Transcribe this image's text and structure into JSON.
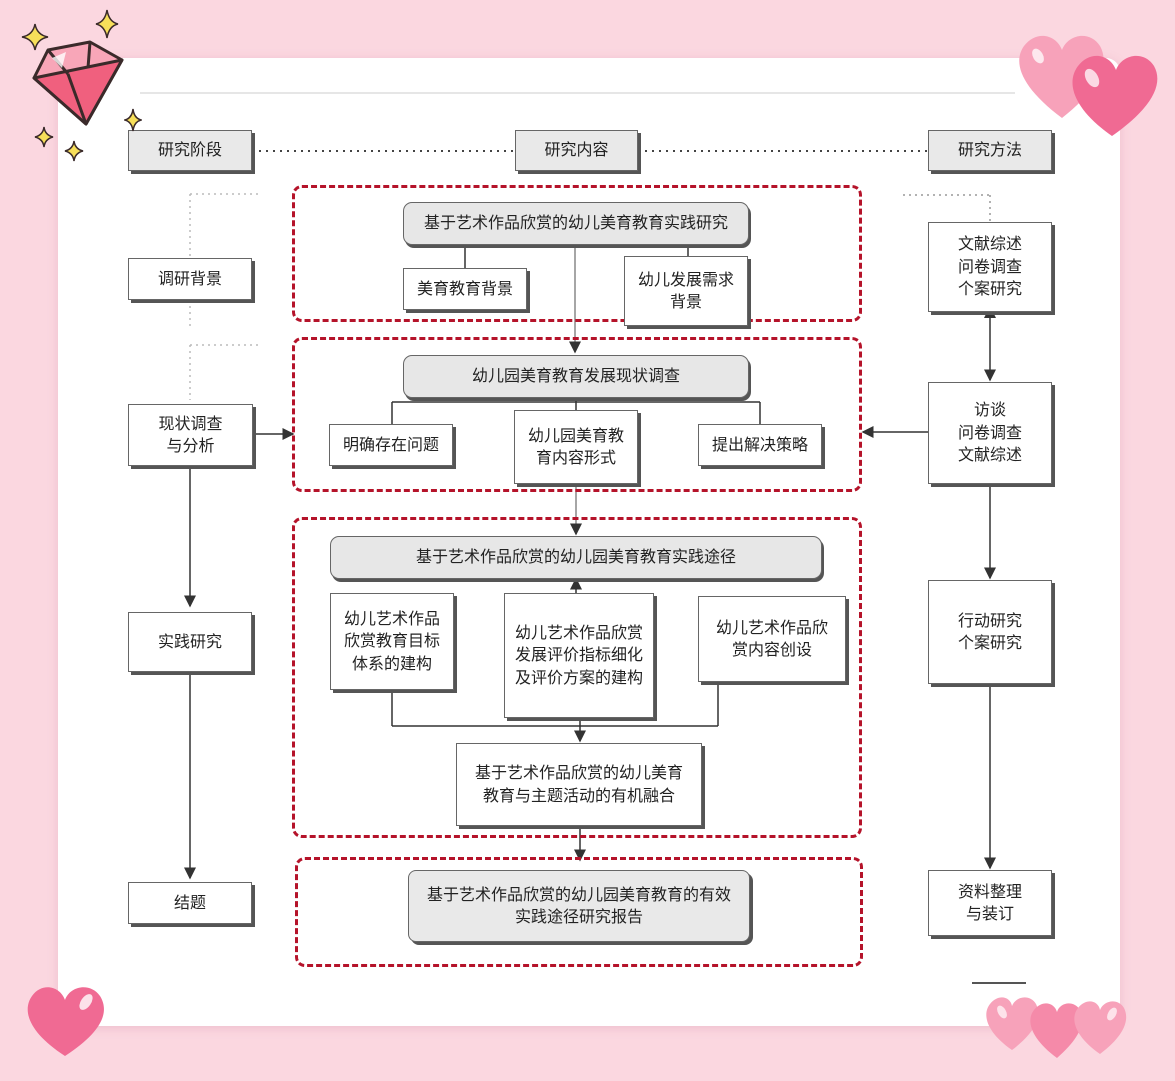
{
  "headers": {
    "stage": "研究阶段",
    "content": "研究内容",
    "method": "研究方法"
  },
  "stages": {
    "background": "调研背景",
    "survey": "现状调查\n与分析",
    "practice": "实践研究",
    "conclusion": "结题"
  },
  "content": {
    "r1": {
      "title": "基于艺术作品欣赏的幼儿美育教育实践研究",
      "left": "美育教育背景",
      "right": "幼儿发展需求\n背景"
    },
    "r2": {
      "title": "幼儿园美育教育发展现状调查",
      "left": "明确存在问题",
      "center": "幼儿园美育教\n育内容形式",
      "right": "提出解决策略"
    },
    "r3": {
      "title": "基于艺术作品欣赏的幼儿园美育教育实践途径",
      "left": "幼儿艺术作品\n欣赏教育目标\n体系的建构",
      "center": "幼儿艺术作品欣赏\n发展评价指标细化\n及评价方案的建构",
      "right": "幼儿艺术作品欣\n赏内容创设",
      "bottom": "基于艺术作品欣赏的幼儿美育\n教育与主题活动的有机融合"
    },
    "r4": {
      "title": "基于艺术作品欣赏的幼儿园美育教育的有效\n实践途径研究报告"
    }
  },
  "methods": {
    "m1": "文献综述\n问卷调查\n个案研究",
    "m2": "访谈\n问卷调查\n文献综述",
    "m3": "行动研究\n个案研究",
    "m4": "资料整理\n与装订"
  },
  "colors": {
    "background": "#fbd7e0",
    "region_border": "#b5132a",
    "heart": "#f06a93",
    "gem": "#f5889f",
    "sparkle": "#f4d03f"
  },
  "icons": [
    "gem-icon",
    "sparkle-icon",
    "heart-icon"
  ]
}
